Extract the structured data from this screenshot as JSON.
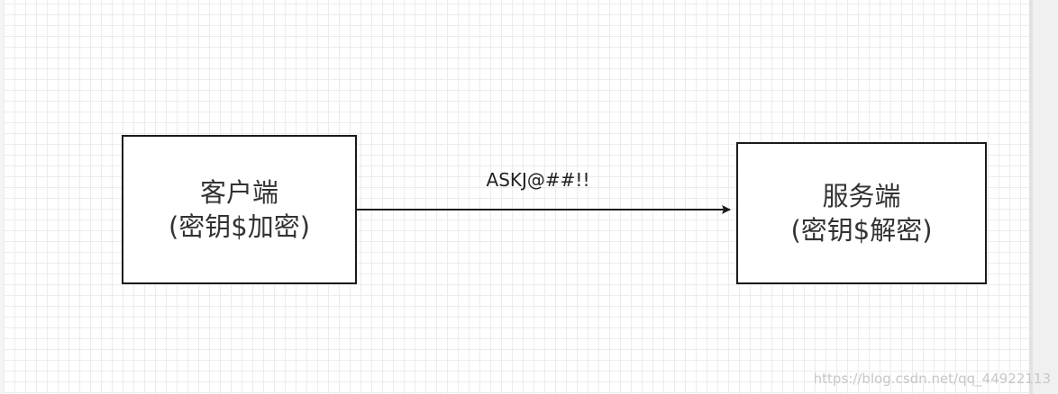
{
  "diagram": {
    "nodes": [
      {
        "id": "client",
        "line1": "客户端",
        "line2": "(密钥$加密)"
      },
      {
        "id": "server",
        "line1": "服务端",
        "line2": "(密钥$解密)"
      }
    ],
    "edges": [
      {
        "from": "client",
        "to": "server",
        "label": "ASKJ@##!!"
      }
    ]
  },
  "watermark": "https://blog.csdn.net/qq_44922113",
  "colors": {
    "stroke": "#1a1a1a",
    "text": "#333333",
    "grid": "#ececec",
    "background": "#ffffff"
  }
}
